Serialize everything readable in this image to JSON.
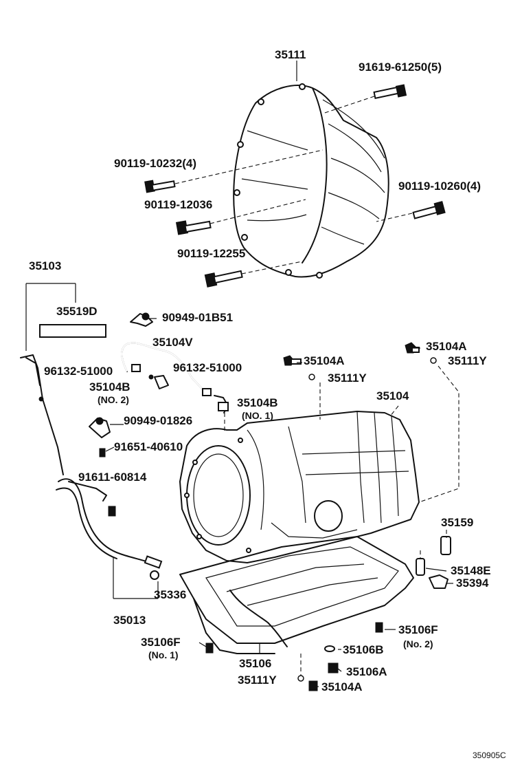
{
  "diagram_id": "350905C",
  "labels": {
    "p35111": "35111",
    "p91619_61250": "91619-61250(5)",
    "p90119_10232": "90119-10232(4)",
    "p90119_12036": "90119-12036",
    "p90119_10260": "90119-10260(4)",
    "p90119_12255": "90119-12255",
    "p35103": "35103",
    "p35519D": "35519D",
    "p90949_01B51": "90949-01B51",
    "p35104V": "35104V",
    "p35104A_a": "35104A",
    "p35104A_b": "35104A",
    "p35111Y_a": "35111Y",
    "p35111Y_b": "35111Y",
    "p96132_51000_a": "96132-51000",
    "p96132_51000_b": "96132-51000",
    "p35104B_a": "35104B",
    "p35104B_a_note": "(NO. 2)",
    "p35104B_b": "35104B",
    "p35104B_b_note": "(NO. 1)",
    "p35104": "35104",
    "p90949_01826": "90949-01826",
    "p91651_40610": "91651-40610",
    "p91611_60814": "91611-60814",
    "p35159": "35159",
    "p35148E": "35148E",
    "p35394": "35394",
    "p35336": "35336",
    "p35013": "35013",
    "p35106F_a": "35106F",
    "p35106F_a_note": "(No. 1)",
    "p35106F_b": "35106F",
    "p35106F_b_note": "(No. 2)",
    "p35106B": "35106B",
    "p35106": "35106",
    "p35106A": "35106A",
    "p35111Y_c": "35111Y",
    "p35104A_c": "35104A"
  }
}
